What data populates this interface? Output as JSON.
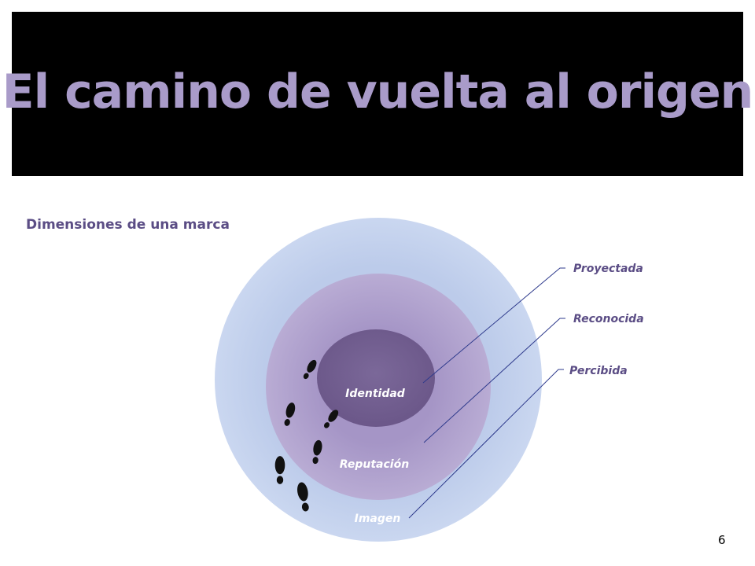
{
  "title": "El camino de vuelta al origen",
  "subtitle": "Dimensiones de una marca",
  "rings": {
    "outer": "Imagen",
    "middle": "Reputación",
    "inner": "Identidad"
  },
  "callouts": {
    "proyectada": "Proyectada",
    "reconocida": "Reconocida",
    "percibida": "Percibida"
  },
  "page_number": "6",
  "colors": {
    "title_text": "#a99bc9",
    "outer_ring": "#c6d3ef",
    "middle_ring": "#ad9fcc",
    "inner_ring": "#735f91",
    "callout_text": "#5b4d85",
    "connector": "#2e3a8c"
  },
  "icons": [
    "footprint-icon"
  ]
}
